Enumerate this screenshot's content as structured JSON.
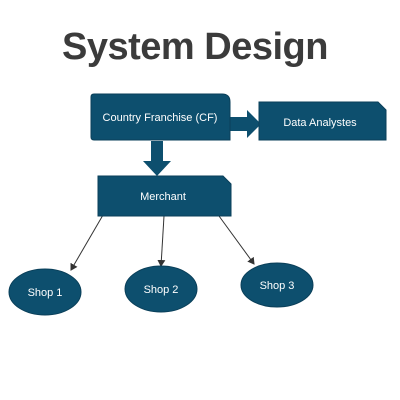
{
  "title": "System Design",
  "colors": {
    "node_fill": "#0d4f6e",
    "node_stroke": "#0a3f59",
    "arrow": "#0d4f6e",
    "connector": "#333333",
    "title": "#3b3b3b"
  },
  "nodes": {
    "franchise": "Country Franchise (CF)",
    "analysts": "Data Analystes",
    "merchant": "Merchant",
    "shop1": "Shop 1",
    "shop2": "Shop 2",
    "shop3": "Shop 3"
  }
}
